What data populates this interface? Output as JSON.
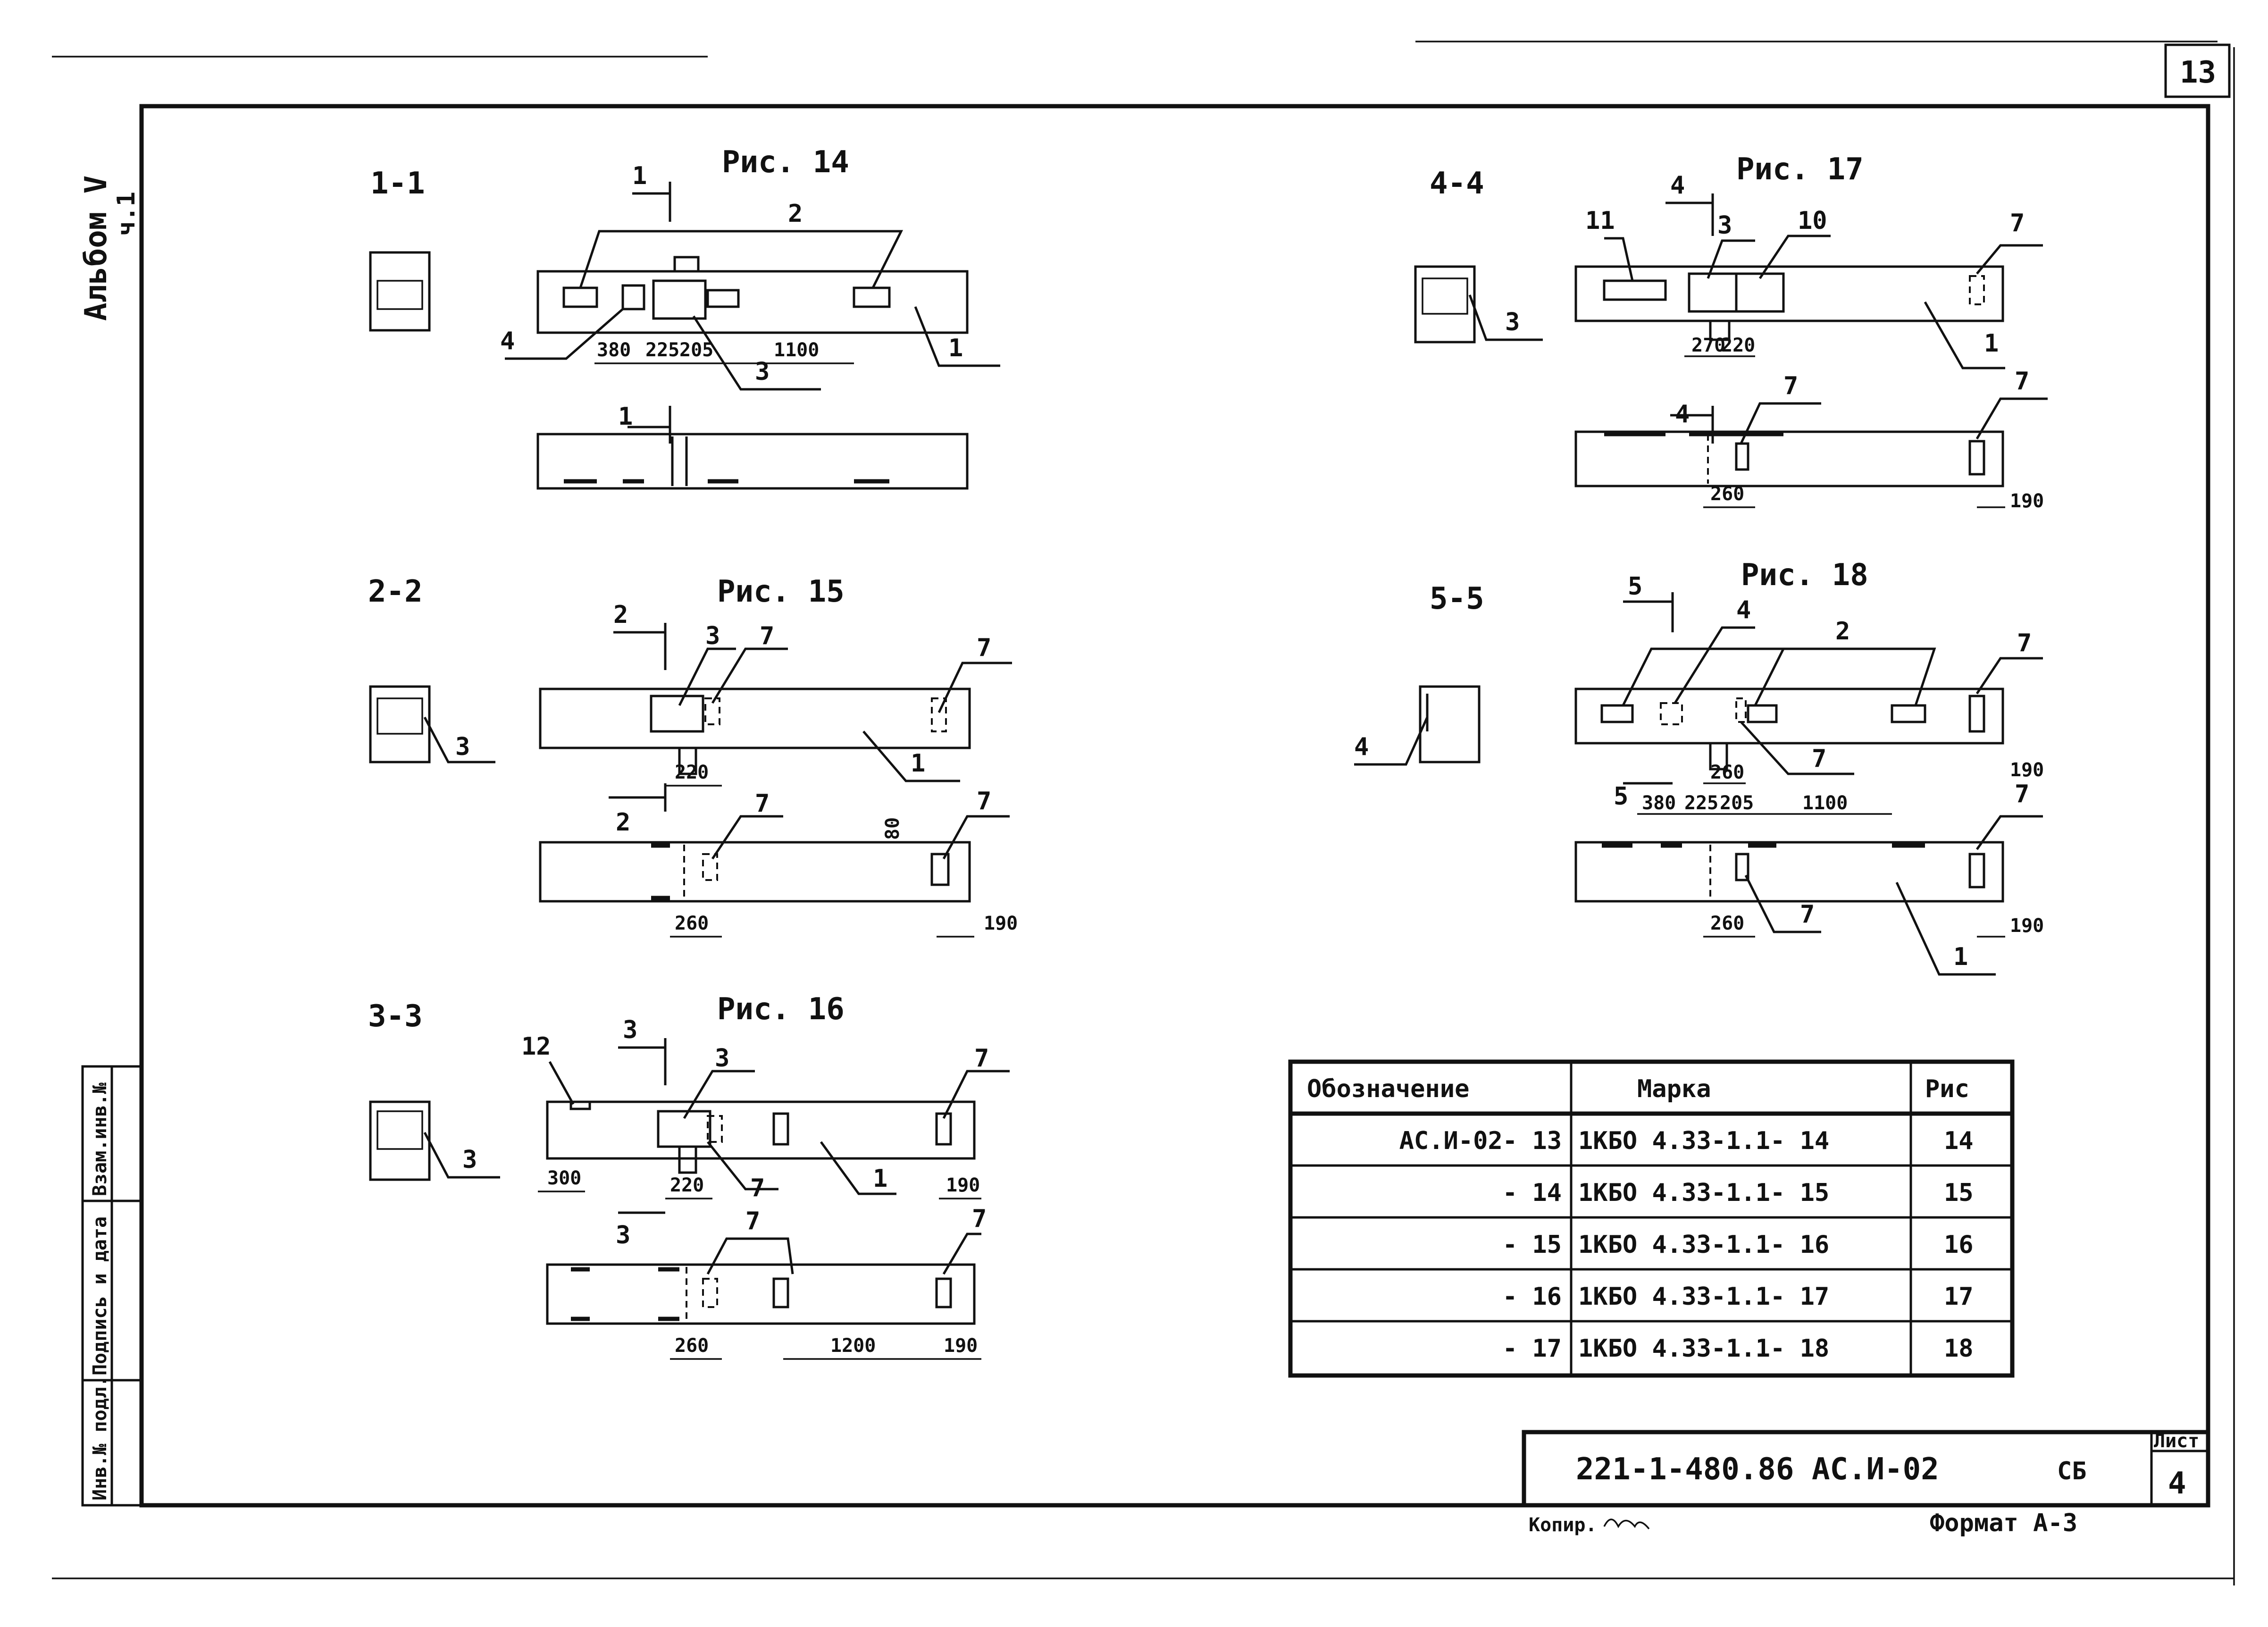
{
  "sheet": {
    "page_number": "13",
    "album_title": "Альбом V",
    "album_part": "ч.1",
    "side_stamp": [
      "Взам.инв.№",
      "Подпись и дата",
      "Инв.№ подл."
    ]
  },
  "figures": {
    "fig14": {
      "title": "Рис. 14",
      "section": "1-1",
      "marks": [
        "1",
        "1",
        "2",
        "3",
        "4",
        "1"
      ],
      "dims": [
        "380",
        "225",
        "205",
        "1100"
      ]
    },
    "fig15": {
      "title": "Рис. 15",
      "section": "2-2",
      "marks": [
        "2",
        "3",
        "7",
        "7",
        "1",
        "7",
        "7",
        "3",
        "2"
      ],
      "dims": [
        "220",
        "80",
        "260",
        "190"
      ]
    },
    "fig16": {
      "title": "Рис. 16",
      "section": "3-3",
      "marks": [
        "12",
        "3",
        "3",
        "7",
        "7",
        "1",
        "7",
        "7",
        "3"
      ],
      "dims": [
        "300",
        "220",
        "190",
        "260",
        "1200",
        "190"
      ]
    },
    "fig17": {
      "title": "Рис. 17",
      "section": "4-4",
      "marks": [
        "4",
        "11",
        "3",
        "10",
        "7",
        "1",
        "7",
        "7",
        "3",
        "4"
      ],
      "dims": [
        "270",
        "220",
        "260",
        "190"
      ]
    },
    "fig18": {
      "title": "Рис. 18",
      "section": "5-5",
      "marks": [
        "5",
        "4",
        "2",
        "7",
        "7",
        "5",
        "7",
        "7",
        "1",
        "4"
      ],
      "dims": [
        "260",
        "190",
        "380",
        "225",
        "205",
        "1100",
        "260",
        "190"
      ]
    }
  },
  "table": {
    "headers": [
      "Обозначение",
      "Марка",
      "Рис"
    ],
    "rows": [
      [
        "АС.И-02- 13",
        "1КБО 4.33-1.1- 14",
        "14"
      ],
      [
        "- 14",
        "1КБО 4.33-1.1- 15",
        "15"
      ],
      [
        "- 15",
        "1КБО 4.33-1.1- 16",
        "16"
      ],
      [
        "- 16",
        "1КБО 4.33-1.1- 17",
        "17"
      ],
      [
        "- 17",
        "1КБО 4.33-1.1- 18",
        "18"
      ]
    ]
  },
  "title_block": {
    "code": "221-1-480.86",
    "doc": "АС.И-02",
    "stage": "СБ",
    "sheet_label": "Лист",
    "sheet_number": "4",
    "copied": "Копир.",
    "format": "Формат А-3"
  }
}
